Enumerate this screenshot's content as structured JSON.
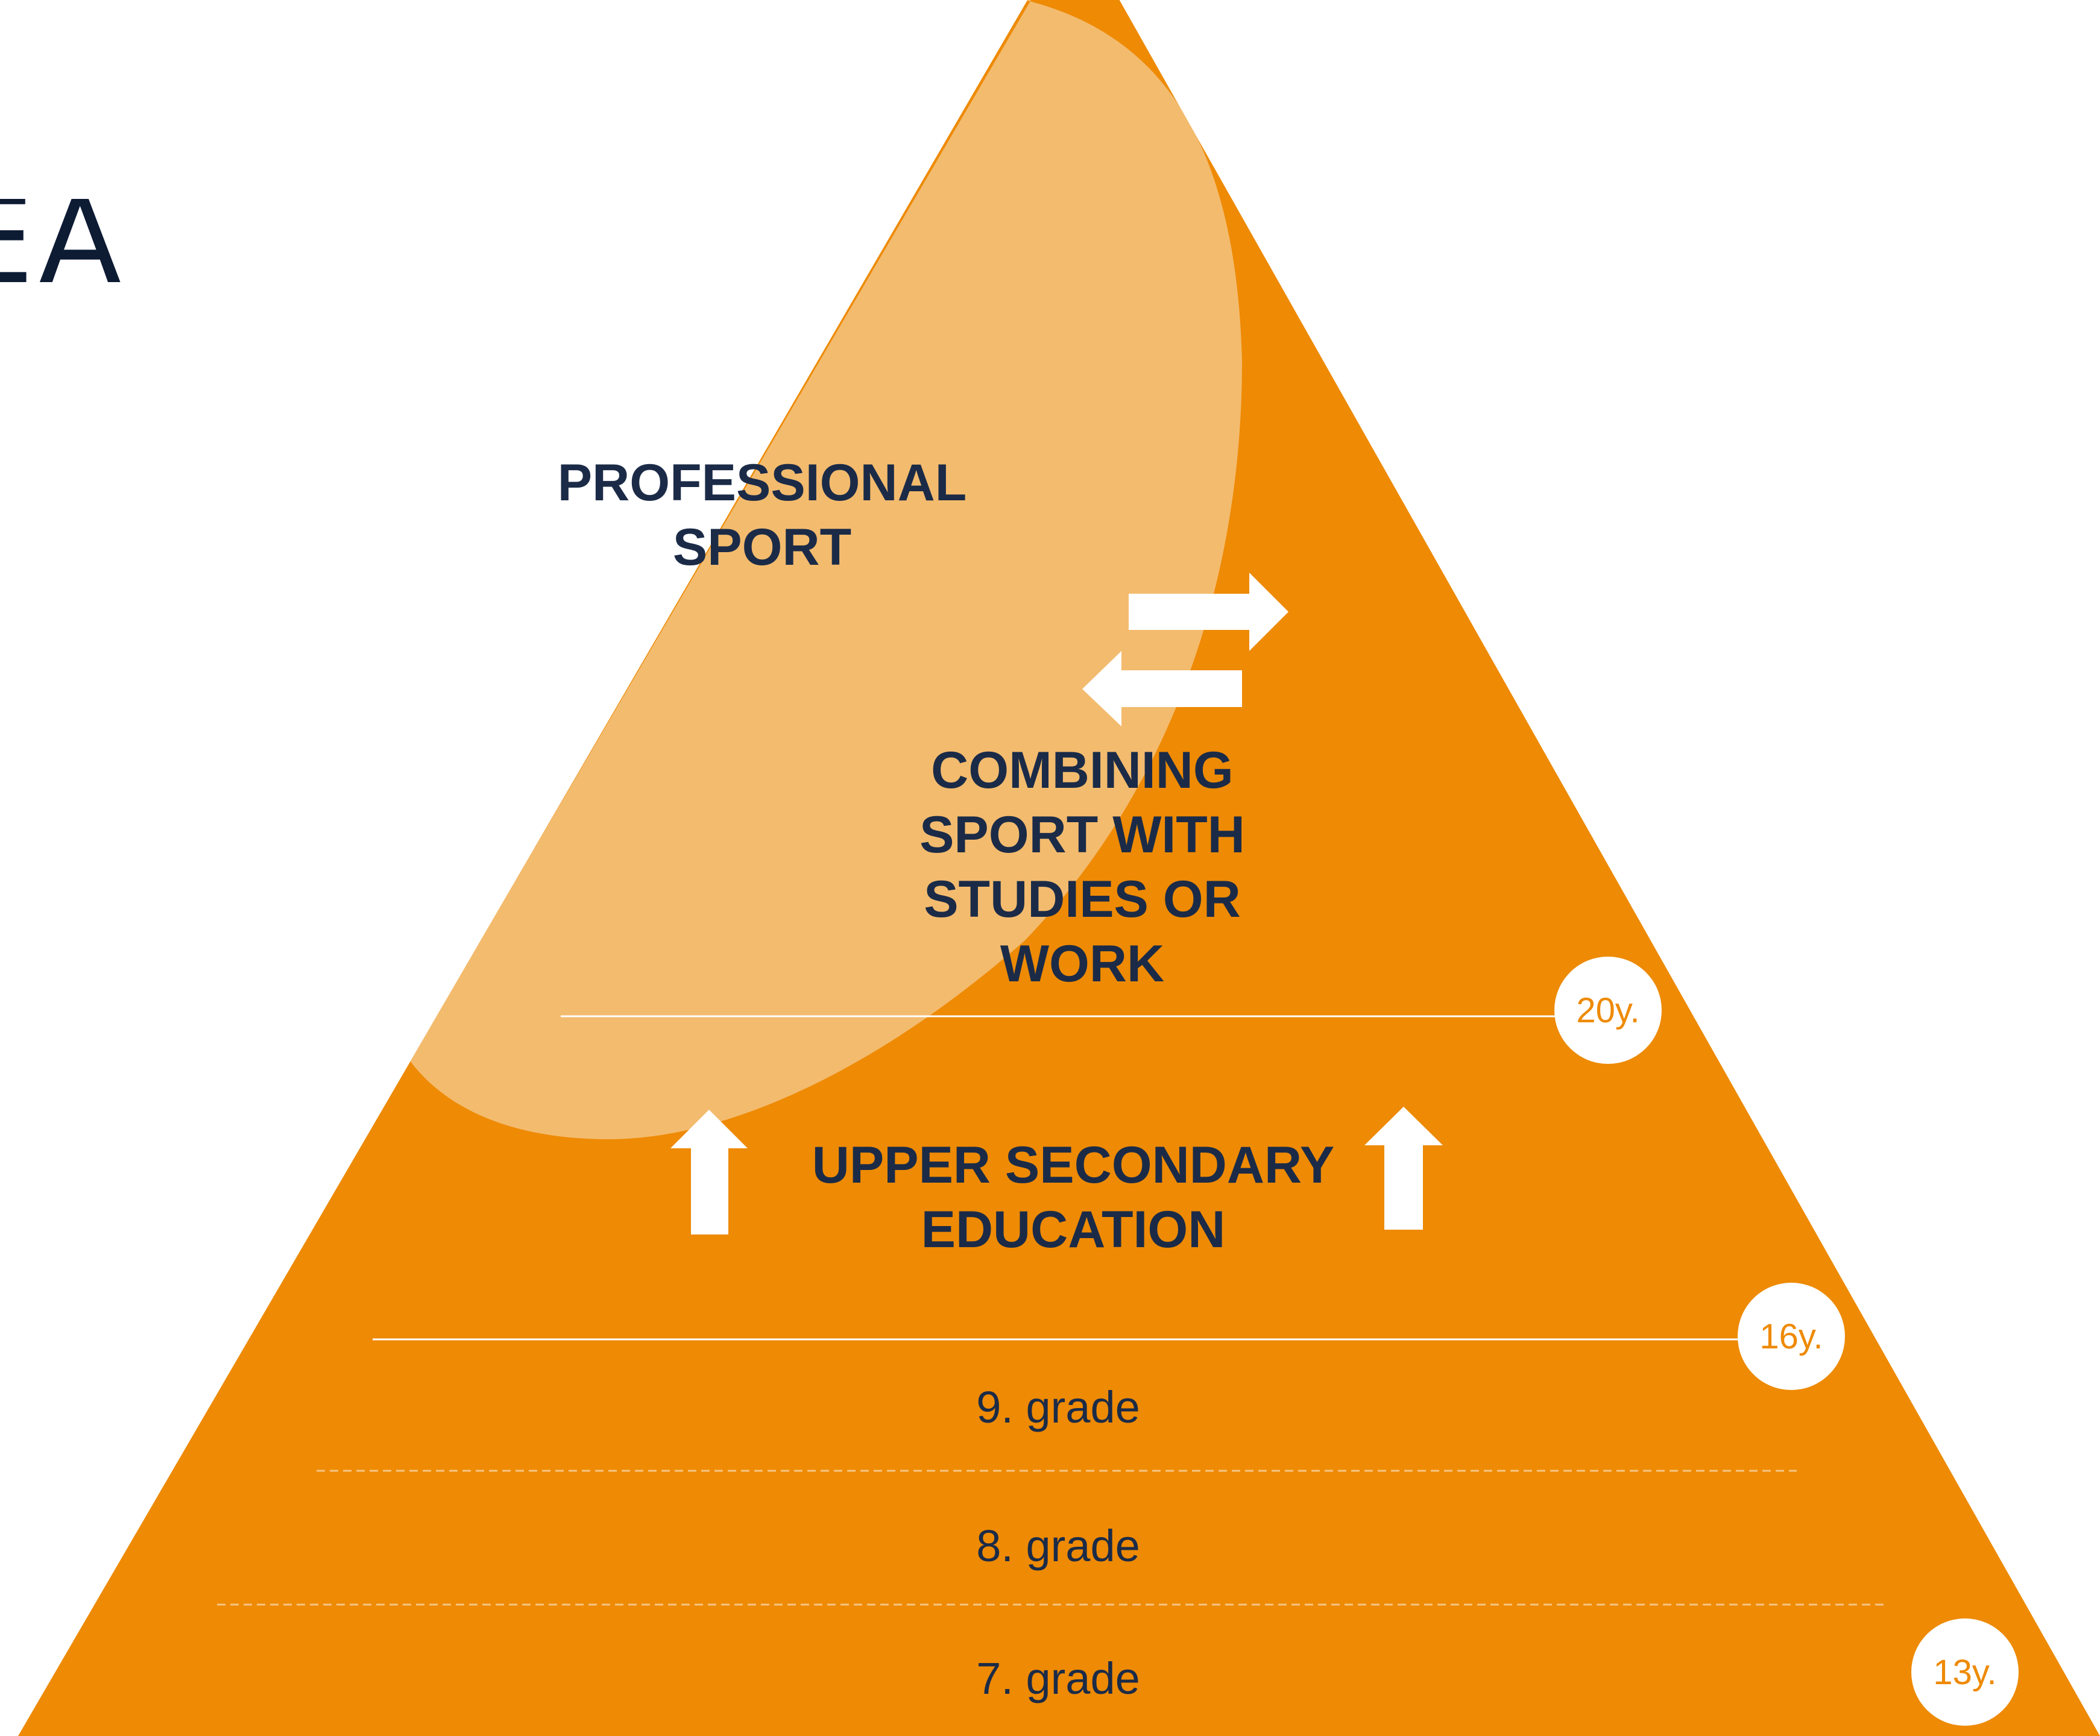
{
  "logo": {
    "text": "EA",
    "color": "#0d1b33"
  },
  "colors": {
    "pyramid": "#ee8a04",
    "highlight": "#f3bb6e",
    "text_dark": "#1b2b47",
    "white": "#ffffff",
    "badge_text": "#ee8a04"
  },
  "levels": {
    "professional": "PROFESSIONAL\nSPORT",
    "combining": "COMBINING\nSPORT WITH\nSTUDIES OR\nWORK",
    "upper_secondary": "UPPER SECONDARY\nEDUCATION",
    "grade9": "9. grade",
    "grade8": "8. grade",
    "grade7": "7. grade"
  },
  "ages": {
    "age20": "20y.",
    "age16": "16y.",
    "age13": "13y."
  },
  "icons": [
    "arrow-right-icon",
    "arrow-left-icon",
    "arrow-up-icon",
    "arrow-up-icon"
  ]
}
